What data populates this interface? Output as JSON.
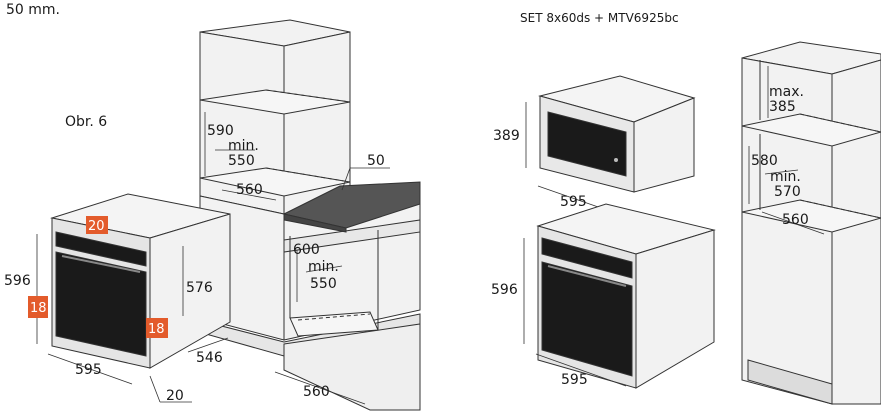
{
  "header": {
    "top_text": "50 mm.",
    "set_title": "SET 8x60ds + MTV6925bc"
  },
  "left_figure": {
    "label": "Obr. 6",
    "oven_dims": {
      "height": "596",
      "width": "595",
      "depth": "576",
      "depth_total": "546",
      "offset": "20"
    },
    "badges": {
      "top": "20",
      "left": "18",
      "right": "18"
    },
    "cabinet_upper": {
      "height": "590",
      "min_label": "min.",
      "min_value": "550",
      "depth": "560"
    },
    "cabinet_lower": {
      "height": "600",
      "min_label": "min.",
      "min_value": "550",
      "depth": "560",
      "top_gap": "50"
    }
  },
  "right_figure": {
    "microwave": {
      "height": "389",
      "width": "595"
    },
    "oven": {
      "height": "596",
      "width": "595"
    },
    "tall_cabinet": {
      "max_label": "max.",
      "max_value": "385",
      "height": "580",
      "min_label": "min.",
      "min_value": "570",
      "depth": "560"
    }
  },
  "colors": {
    "badge": "#e35b2b",
    "cabinet_fill": "#f2f2f2",
    "worktop": "#555555",
    "glass": "#1a1a1a"
  }
}
